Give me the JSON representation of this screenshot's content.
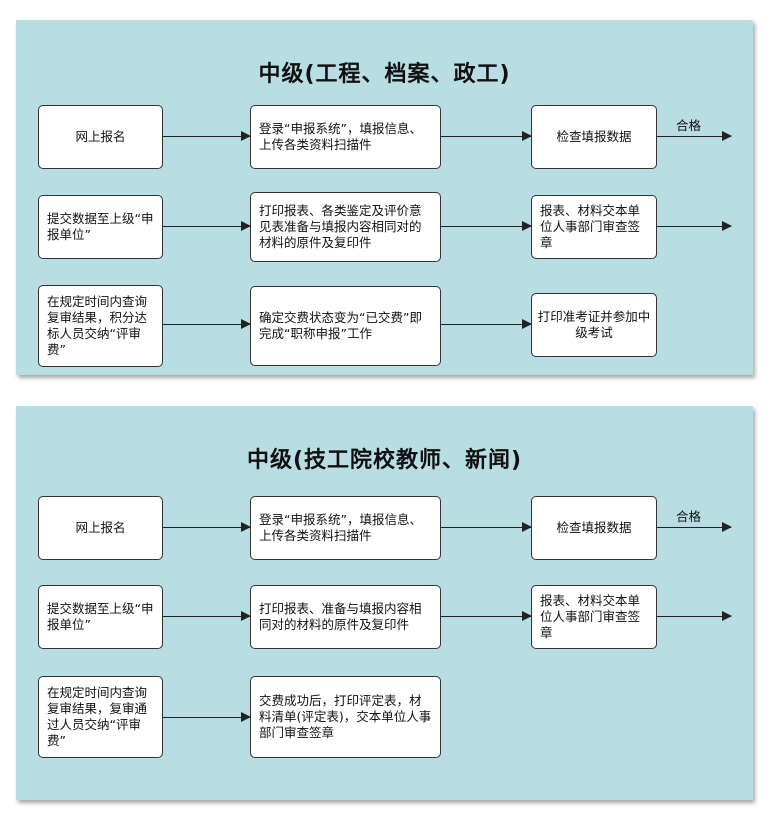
{
  "panel1": {
    "title": "中级(工程、档案、政工)",
    "row1": {
      "box1": "网上报名",
      "box2": "登录“申报系统”，填报信息、上传各类资料扫描件",
      "box3": "检查填报数据",
      "pass": "合格"
    },
    "row2": {
      "box1": "提交数据至上级“申报单位”",
      "box2": "打印报表、各类鉴定及评价意见表准备与填报内容相同对的材料的原件及复印件",
      "box3": "报表、材料交本单位人事部门审查签章"
    },
    "row3": {
      "box1": "在规定时间内查询复审结果，积分达标人员交纳“评审费”",
      "box2": "确定交费状态变为“已交费”即完成“职称申报”工作",
      "box3": "打印准考证并参加中级考试"
    }
  },
  "panel2": {
    "title": "中级(技工院校教师、新闻)",
    "row1": {
      "box1": "网上报名",
      "box2": "登录“申报系统”，填报信息、上传各类资料扫描件",
      "box3": "检查填报数据",
      "pass": "合格"
    },
    "row2": {
      "box1": "提交数据至上级“申报单位”",
      "box2": "打印报表、准备与填报内容相同对的材料的原件及复印件",
      "box3": "报表、材料交本单位人事部门审查签章"
    },
    "row3": {
      "box1": "在规定时间内查询复审结果，复审通过人员交纳“评审费”",
      "box2": "交费成功后，打印评定表，材料清单(评定表)，交本单位人事部门审查签章"
    }
  },
  "colors": {
    "panel_bg": "#b8dde3",
    "box_bg": "#ffffff",
    "line": "#222222"
  }
}
